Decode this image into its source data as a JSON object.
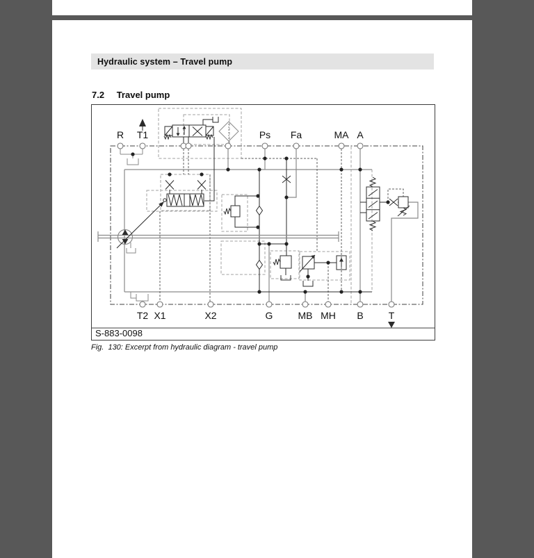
{
  "app": {
    "background_color": "#585858",
    "page_background": "#ffffff"
  },
  "header": {
    "title": "Hydraulic system – Travel pump",
    "bar_color": "#e3e3e3"
  },
  "section": {
    "number": "7.2",
    "title": "Travel pump"
  },
  "figure": {
    "code": "S-883-0098",
    "caption": "Fig.  130: Excerpt from hydraulic diagram - travel pump",
    "ports_top": [
      "R",
      "T1",
      "Ps",
      "Fa",
      "MA",
      "A"
    ],
    "ports_bottom": [
      "T2",
      "X1",
      "X2",
      "G",
      "MB",
      "MH",
      "B",
      "T"
    ],
    "colors": {
      "line_gray": "#8a8a8a",
      "line_dark": "#2b2b2b",
      "dashed_box": "#a0a0a0",
      "boundary": "#3f3f3f"
    }
  }
}
